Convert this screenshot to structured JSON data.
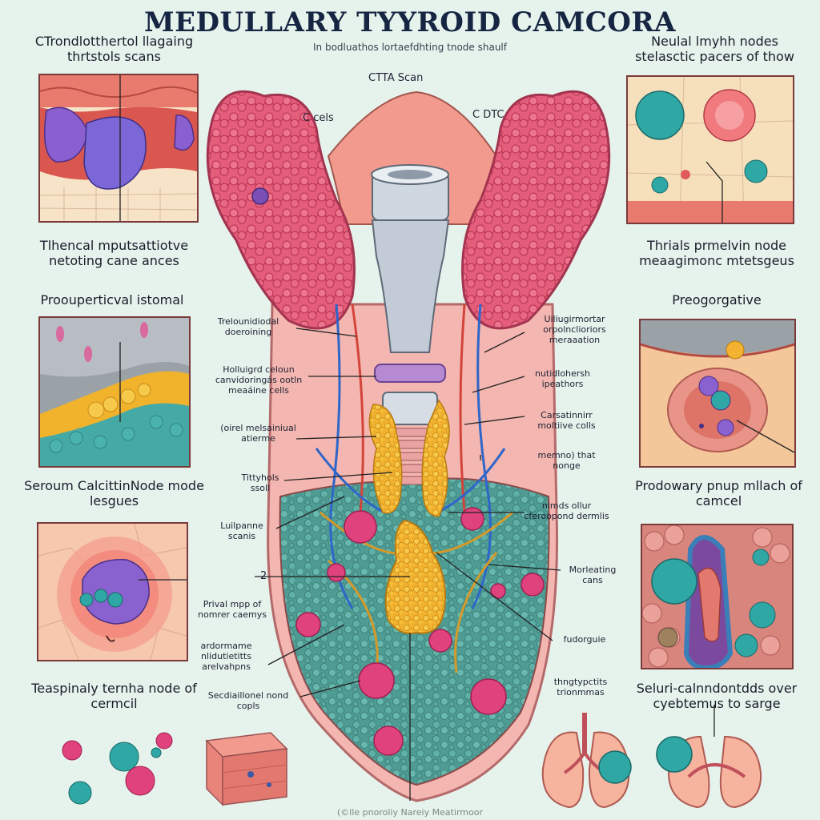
{
  "title": "MEDULLARY TYYROID CAMCORA",
  "subtitle": "In bodluathos lortaefdhting tnode shaulf",
  "center": {
    "scan_label": "CTTA Scan",
    "c_cells": "C cels",
    "c_dtc": "C DTC"
  },
  "left_panels": [
    {
      "header": "CTrondlotthertol llagaing thrtstols scans",
      "caption": "Tlhencal mputsattiotve netoting cane ances"
    },
    {
      "header": "Proouperticval istomal",
      "caption": ""
    },
    {
      "header": "Seroum CalcittinNode mode lesgues",
      "caption": "Teaspinaly ternha node of cermcil"
    }
  ],
  "right_panels": [
    {
      "header": "Neulal lmyhh nodes stelasctic pacers of thow",
      "caption": "Thrials prmelvin node meaagimonc mtetsgeus"
    },
    {
      "header": "Preogorgative",
      "caption": ""
    },
    {
      "header": "Prodowary pnup mllach of camcel",
      "caption": "Seluri-calnndontdds over cyebtemus to sarge"
    }
  ],
  "left_labels": [
    "Trelounidiodal doeroining",
    "Holluigrd celoun canvidoringás ootln meaáine cells",
    "(oirel melsainiual atierme",
    "Tittyhols ssoll",
    "Luilpanne scanis",
    "Prival mpp of nomrer caemys",
    "ardormame nlidutietitts arelvahpns",
    "Secdiaillonel nond copls"
  ],
  "right_labels": [
    "Uiliugirmortar orpolnclioriors meraaation",
    "nutidlohersh ipeathors",
    "Carsatinnirr moltiive colls",
    "memno) that nonge",
    "nimds ollur cferoopond dermlis",
    "Morleating cans",
    "fudorguie",
    "thngtypctits trionmmas"
  ],
  "marker": "2",
  "footer": "(©lle pnoroliy Nareiy   Meatirmoor",
  "colors": {
    "background": "#e6f2ec",
    "thyroid": "#e45d7a",
    "trachea": "#c9d3dc",
    "tumor": "#f0a92a",
    "metastasis_teal": "#2fa7a4",
    "metastasis_pink": "#e0427e",
    "tissue_teal": "#56a39d"
  }
}
